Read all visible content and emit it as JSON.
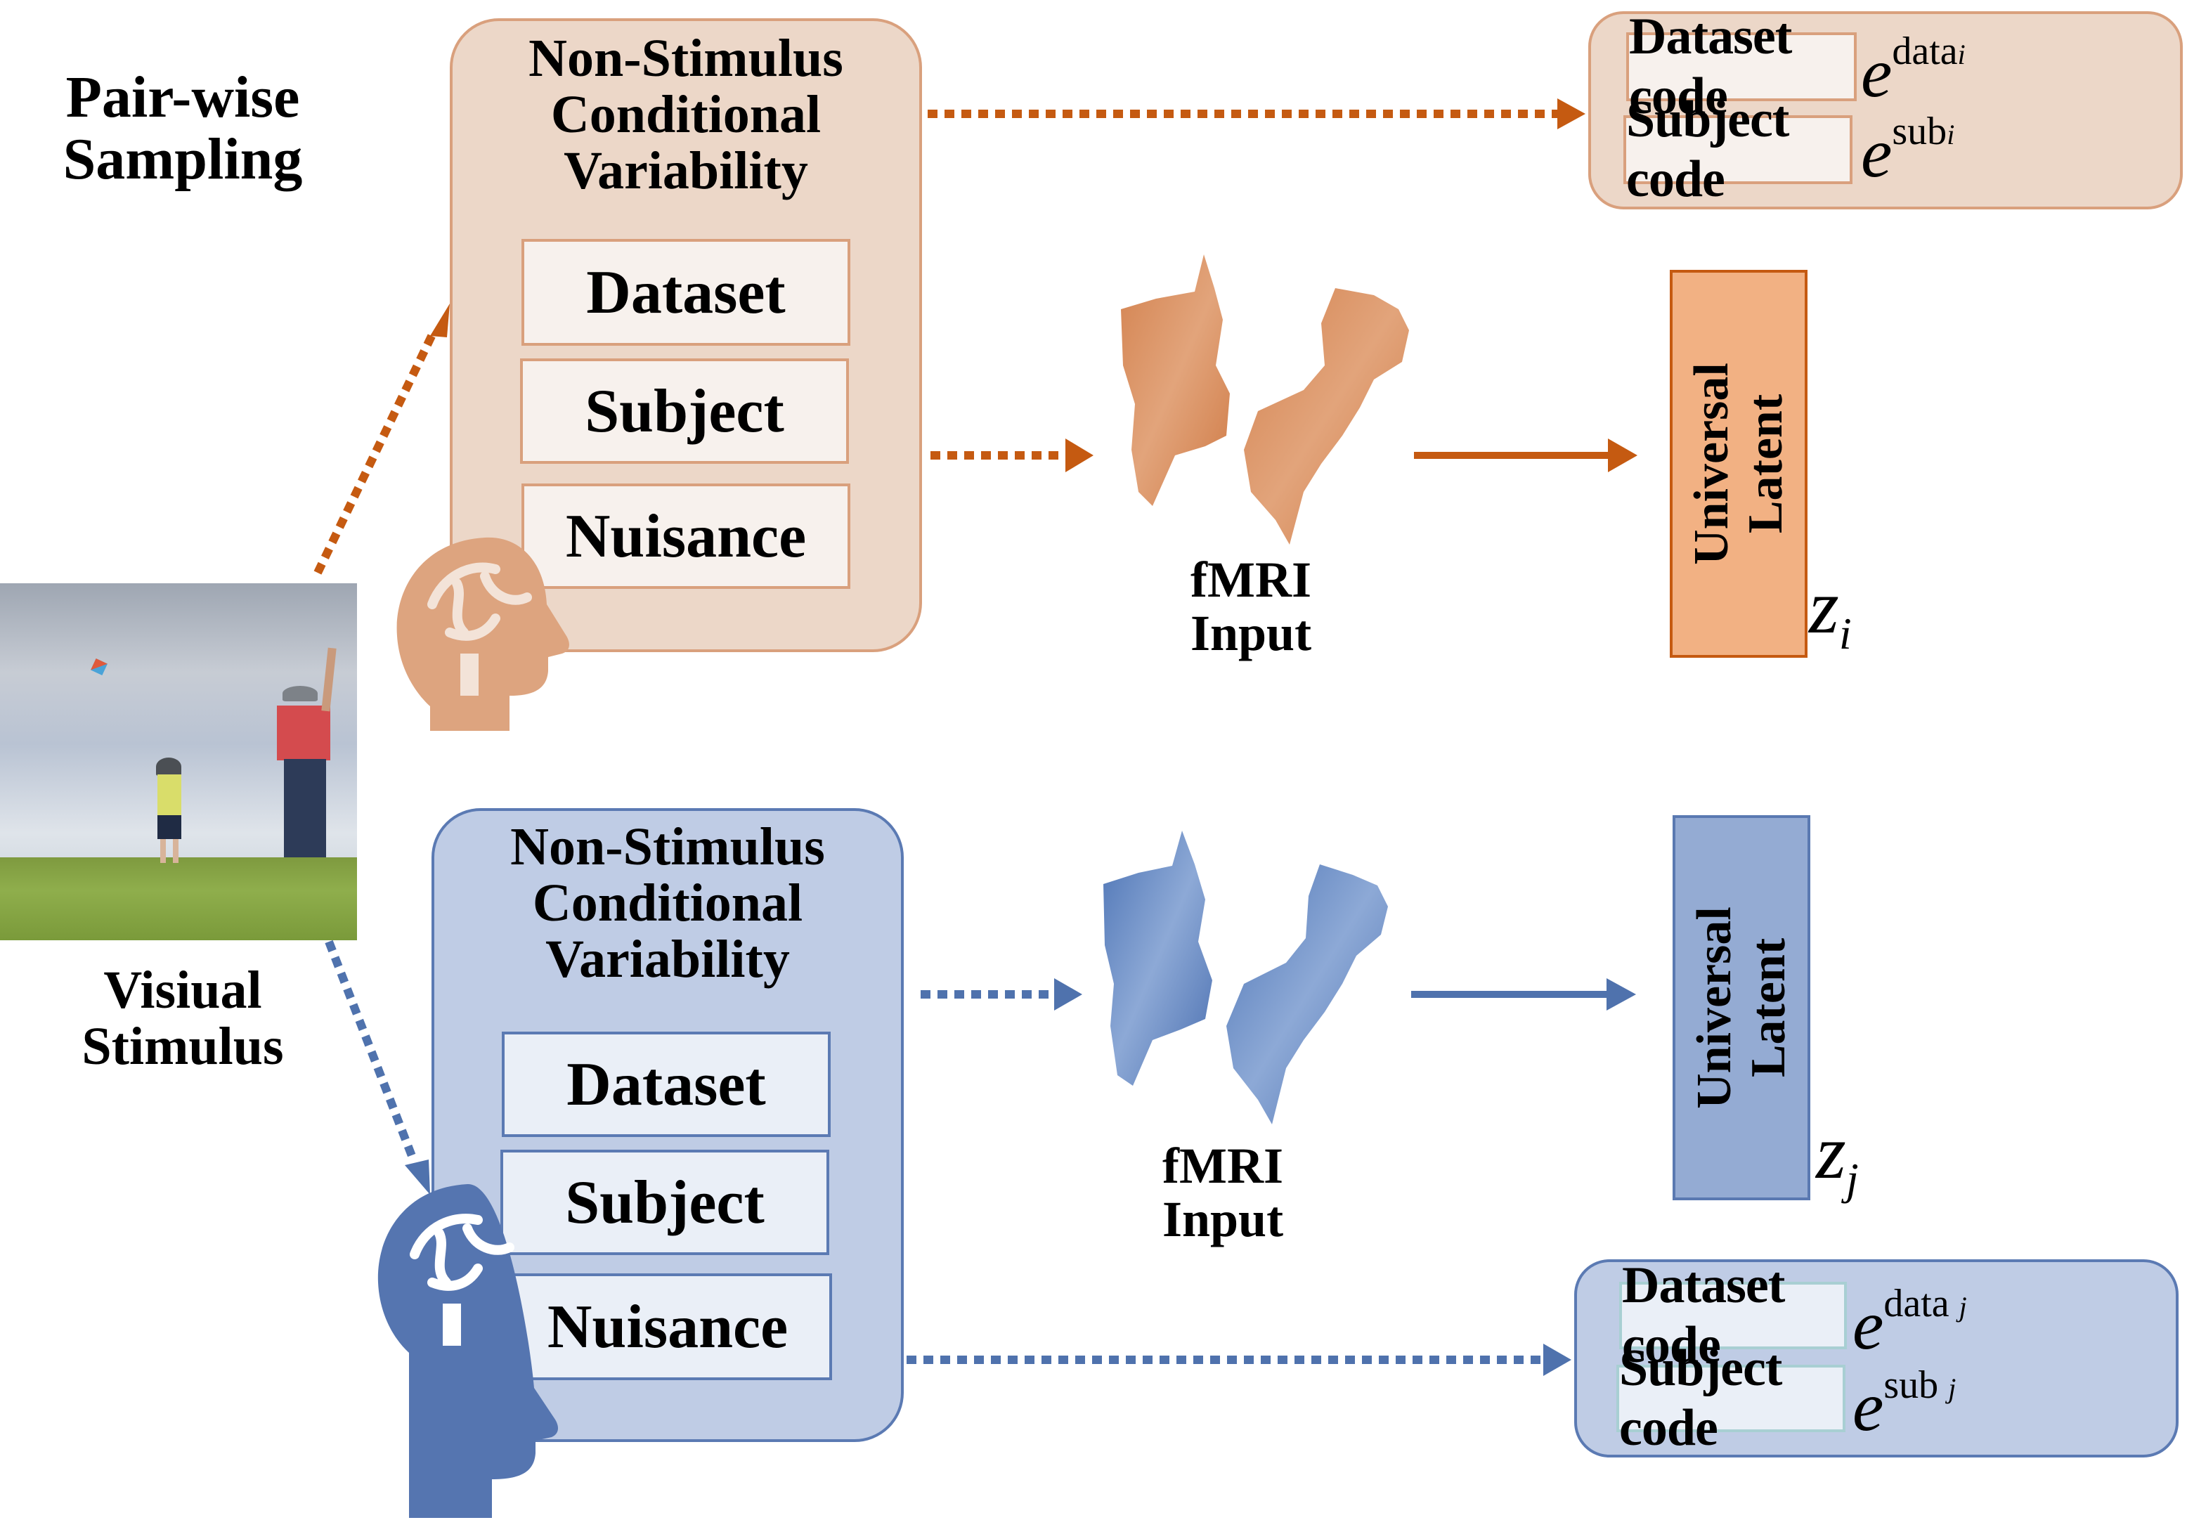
{
  "heading": {
    "line1": "Pair-wise",
    "line2": "Sampling"
  },
  "stimulus": {
    "label_line1": "Visiual",
    "label_line2": "Stimulus",
    "image_description": "photo of an adult and a child flying a kite on a grassy field"
  },
  "branches": [
    {
      "id": "i",
      "color_theme": "orange",
      "accent_color": "#c55a11",
      "panel": {
        "title_lines": [
          "Non-Stimulus",
          "Conditional",
          "Variability"
        ],
        "items": [
          "Dataset",
          "Subject",
          "Nuisance"
        ]
      },
      "fmri": {
        "label_line1": "fMRI",
        "label_line2": "Input"
      },
      "latent": {
        "label_line1": "Universal",
        "label_line2": "Latent",
        "symbol": "z",
        "subscript": "i"
      },
      "codes": [
        {
          "label": "Dataset code",
          "symbol": "e",
          "superscript": "data",
          "index": "i"
        },
        {
          "label": "Subject code",
          "symbol": "e",
          "superscript": "sub",
          "index": "i"
        }
      ]
    },
    {
      "id": "j",
      "color_theme": "blue",
      "accent_color": "#4f72ad",
      "panel": {
        "title_lines": [
          "Non-Stimulus",
          "Conditional",
          "Variability"
        ],
        "items": [
          "Dataset",
          "Subject",
          "Nuisance"
        ]
      },
      "fmri": {
        "label_line1": "fMRI",
        "label_line2": "Input"
      },
      "latent": {
        "label_line1": "Universal",
        "label_line2": "Latent",
        "symbol": "z",
        "subscript": "j"
      },
      "codes": [
        {
          "label": "Dataset code",
          "symbol": "e",
          "superscript": "data",
          "index": "j"
        },
        {
          "label": "Subject code",
          "symbol": "e",
          "superscript": "sub",
          "index": "j"
        }
      ]
    }
  ]
}
